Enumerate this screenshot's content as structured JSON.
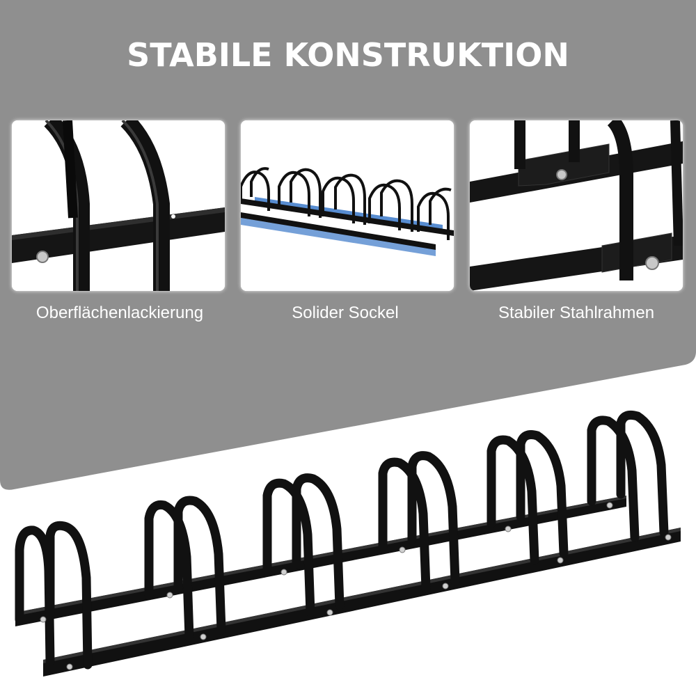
{
  "headline": "STABILE KONSTRUKTION",
  "features": [
    {
      "caption": "Oberflächenlackierung",
      "icon": "paint-finish-closeup"
    },
    {
      "caption": "Solider Sockel",
      "icon": "solid-base-closeup"
    },
    {
      "caption": "Stabiler Stahlrahmen",
      "icon": "steel-frame-closeup"
    }
  ],
  "colors": {
    "background_gray": "#8f8f8f",
    "frame_black": "#111111",
    "accent_blue": "#3a78c8",
    "text": "#ffffff"
  }
}
